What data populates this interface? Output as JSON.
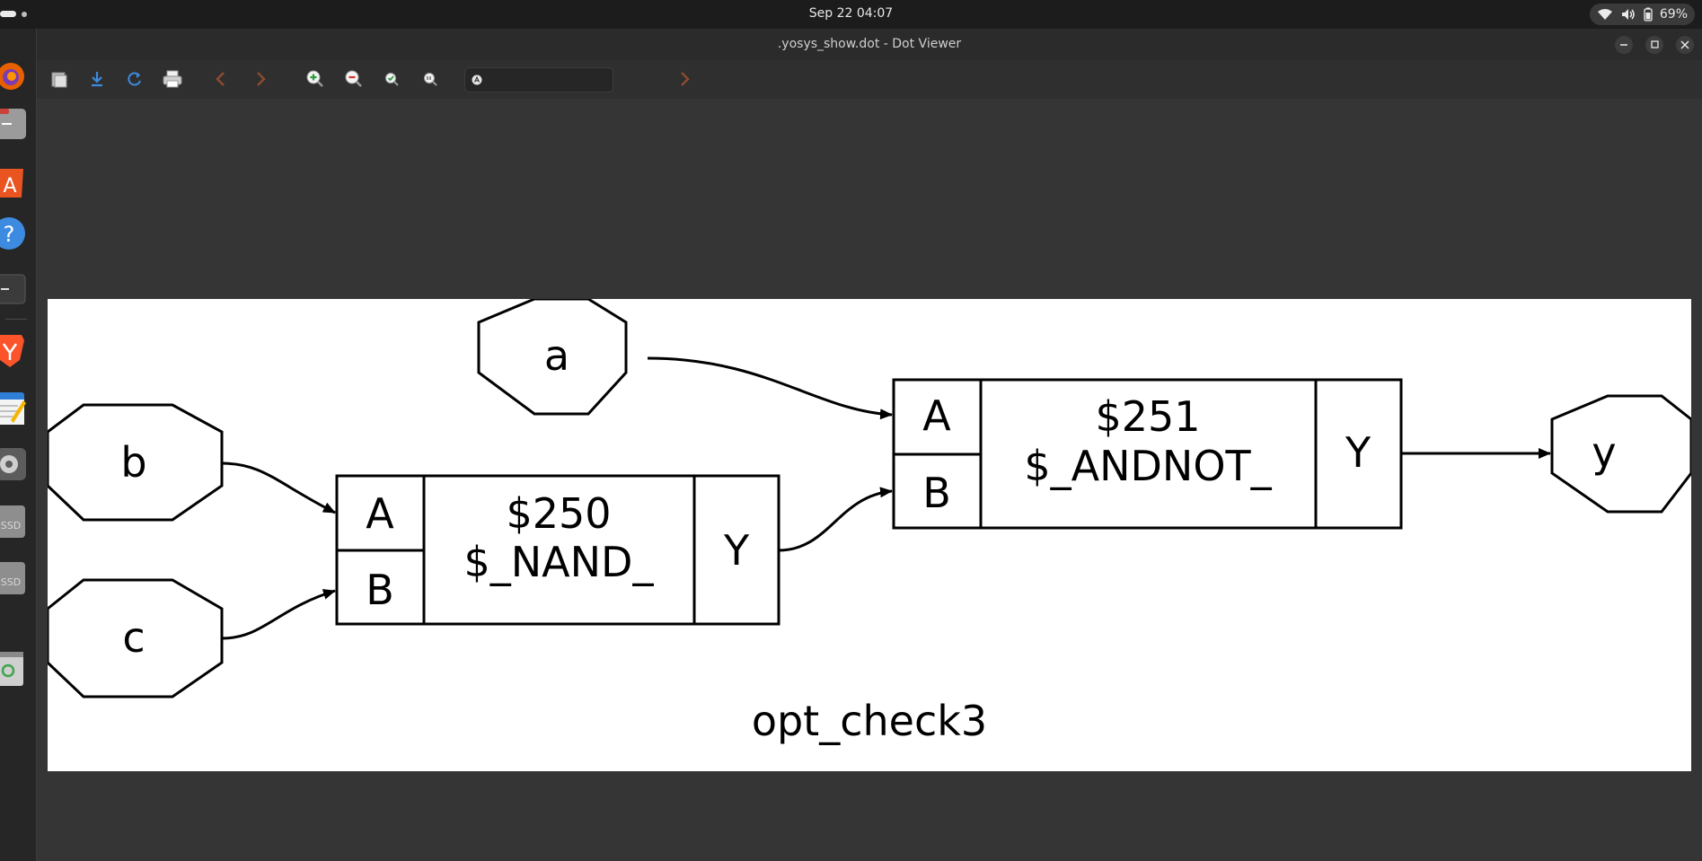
{
  "topbar": {
    "datetime": "Sep 22  04:07",
    "battery": "69%"
  },
  "window": {
    "title": ".yosys_show.dot - Dot Viewer"
  },
  "toolbar": {
    "find_value": ""
  },
  "graph": {
    "title": "opt_check3",
    "inputs": {
      "a": "a",
      "b": "b",
      "c": "c"
    },
    "output": "y",
    "cell_nand": {
      "id": "$250",
      "type": "$_NAND_",
      "port_a": "A",
      "port_b": "B",
      "port_y": "Y"
    },
    "cell_andnot": {
      "id": "$251",
      "type": "$_ANDNOT_",
      "port_a": "A",
      "port_b": "B",
      "port_y": "Y"
    }
  },
  "dock": {
    "items": [
      "firefox-icon",
      "files-icon",
      "app-center-icon",
      "help-icon",
      "terminal-icon",
      "brave-icon",
      "text-editor-icon",
      "settings-icon",
      "drive-icon",
      "drive-icon",
      "trash-icon"
    ],
    "drive_label": "SSD"
  },
  "colors": {
    "canvas": "#ffffff",
    "window": "#353535",
    "topbar": "#1c1c1c",
    "accent_blue": "#3d8be0",
    "nav_brown": "#8a4b2f"
  }
}
